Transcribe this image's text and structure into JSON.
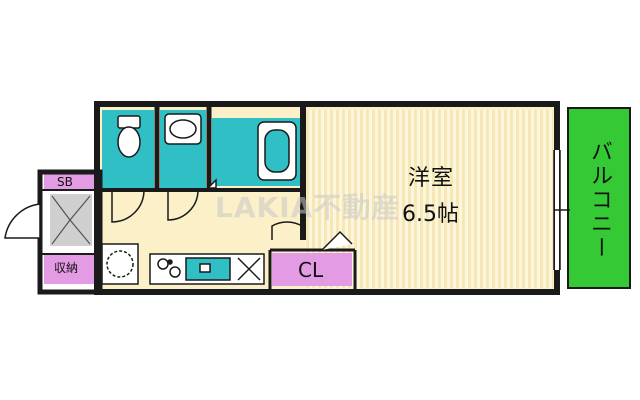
{
  "rooms": {
    "western": {
      "name": "洋室",
      "size": "6.5帖"
    },
    "sb": "SB",
    "storage": "収納",
    "closet": "CL",
    "balcony": "バルコニー"
  },
  "watermark": "LAKIA不動産",
  "colors": {
    "wall": "#1a1a1a",
    "wet_area": "#2fbfc5",
    "storage": "#e39be3",
    "balcony": "#36c936",
    "room_stripe": "#f6e7b5",
    "room_base": "#fdf6df",
    "kitchen_floor": "#fbf0c8"
  }
}
